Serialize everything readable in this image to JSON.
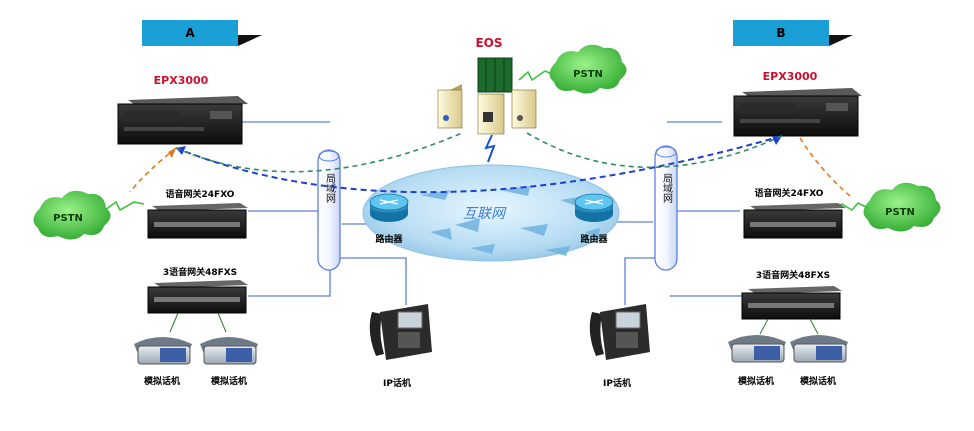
{
  "site_labels": {
    "a": "A",
    "b": "B"
  },
  "eos": {
    "label": "EOS"
  },
  "epx": {
    "left": "EPX3000",
    "right": "EPX3000"
  },
  "pstn": {
    "top": "PSTN",
    "left": "PSTN",
    "right": "PSTN"
  },
  "gateway24": {
    "left": "语音网关24FXO",
    "right": "语音网关24FXO"
  },
  "gateway48": {
    "left": "3语音网关48FXS",
    "right": "3语音网关48FXS"
  },
  "lan": {
    "left": "局域网",
    "right": "局域网"
  },
  "router": {
    "left": "路由器",
    "right": "路由器"
  },
  "internet": "互联网",
  "ip_phone": {
    "left": "IP话机",
    "right": "IP话机"
  },
  "analog_phone": {
    "left1": "模拟话机",
    "left2": "模拟话机",
    "right1": "模拟话机",
    "right2": "模拟话机"
  },
  "colors": {
    "tab": "#1a9fd6",
    "title_red": "#c8102e",
    "lan_blue": "#5b7fe0",
    "dash_blue": "#1f3fd0",
    "dash_green": "#2e8b6a",
    "dash_orange": "#e07a20",
    "cloud_green": "#3cc23c"
  }
}
